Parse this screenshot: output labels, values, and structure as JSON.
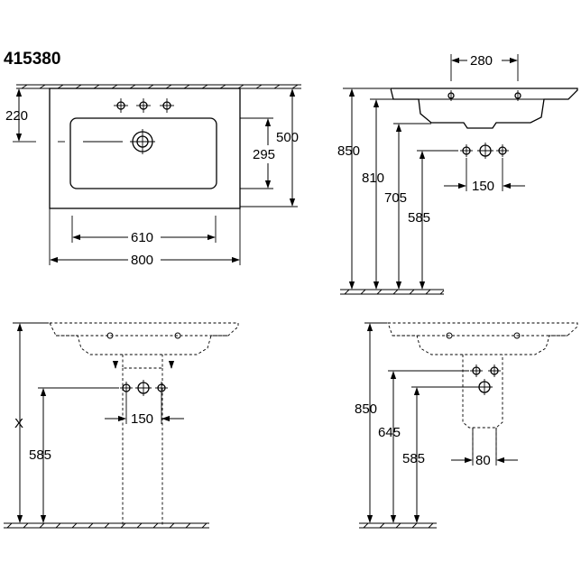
{
  "product_code": "415380",
  "top_view": {
    "dim_220": "220",
    "dim_500": "500",
    "dim_295": "295",
    "dim_610": "610",
    "dim_800": "800"
  },
  "side_view_top": {
    "dim_280": "280",
    "dim_850": "850",
    "dim_810": "810",
    "dim_705": "705",
    "dim_585": "585",
    "dim_150": "150"
  },
  "front_view_bottom": {
    "dim_x": "X",
    "dim_585": "585",
    "dim_150": "150"
  },
  "side_view_bottom": {
    "dim_850": "850",
    "dim_645": "645",
    "dim_585": "585",
    "dim_80": "80"
  }
}
